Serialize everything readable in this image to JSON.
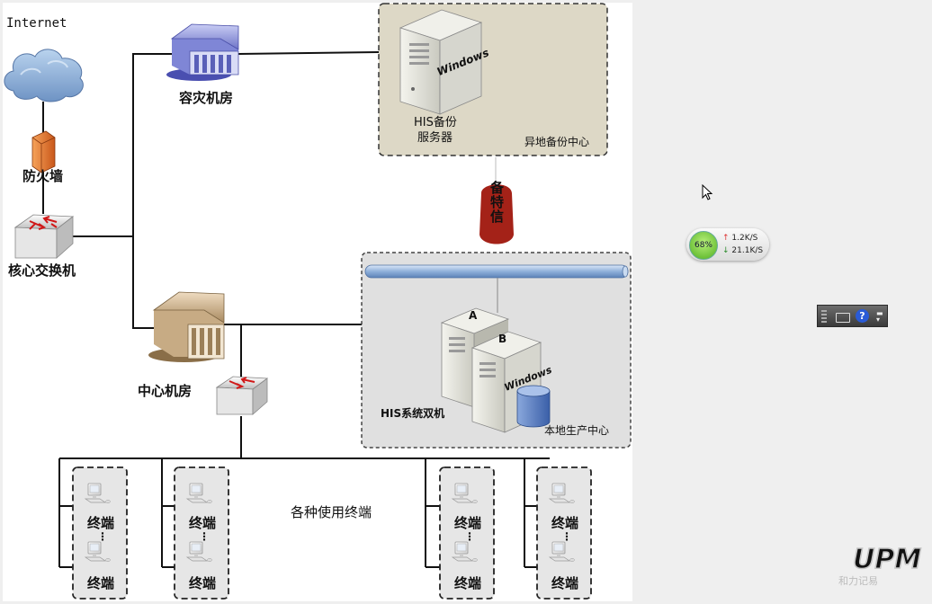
{
  "diagram": {
    "internet_label": "Internet",
    "firewall_label": "防火墙",
    "core_switch_label": "核心交换机",
    "dr_room_label": "容灾机房",
    "center_room_label": "中心机房",
    "remote_center": {
      "server_label_line1": "HIS备份",
      "server_label_line2": "服务器",
      "zone_label": "异地备份中心",
      "os_text": "Windows"
    },
    "local_center": {
      "cluster_label": "HIS系统双机",
      "zone_label": "本地生产中心",
      "server_a": "A",
      "server_b": "B",
      "os_text": "Windows"
    },
    "seal_text": "备特信",
    "terminals_label": "各种使用终端",
    "terminal_label": "终端",
    "ellipsis": "⋮"
  },
  "desktop": {
    "net_monitor": {
      "percent": "68%",
      "upload": "1.2K/S",
      "download": "21.1K/S"
    },
    "watermark_brand": "UPM",
    "watermark_cn": "和力记易"
  },
  "colors": {
    "zone_remote_fill": "#ddd8c6",
    "zone_local_fill": "#e0e0e0",
    "seal_red": "#a42218",
    "pipe_blue": "#8fb0da"
  }
}
